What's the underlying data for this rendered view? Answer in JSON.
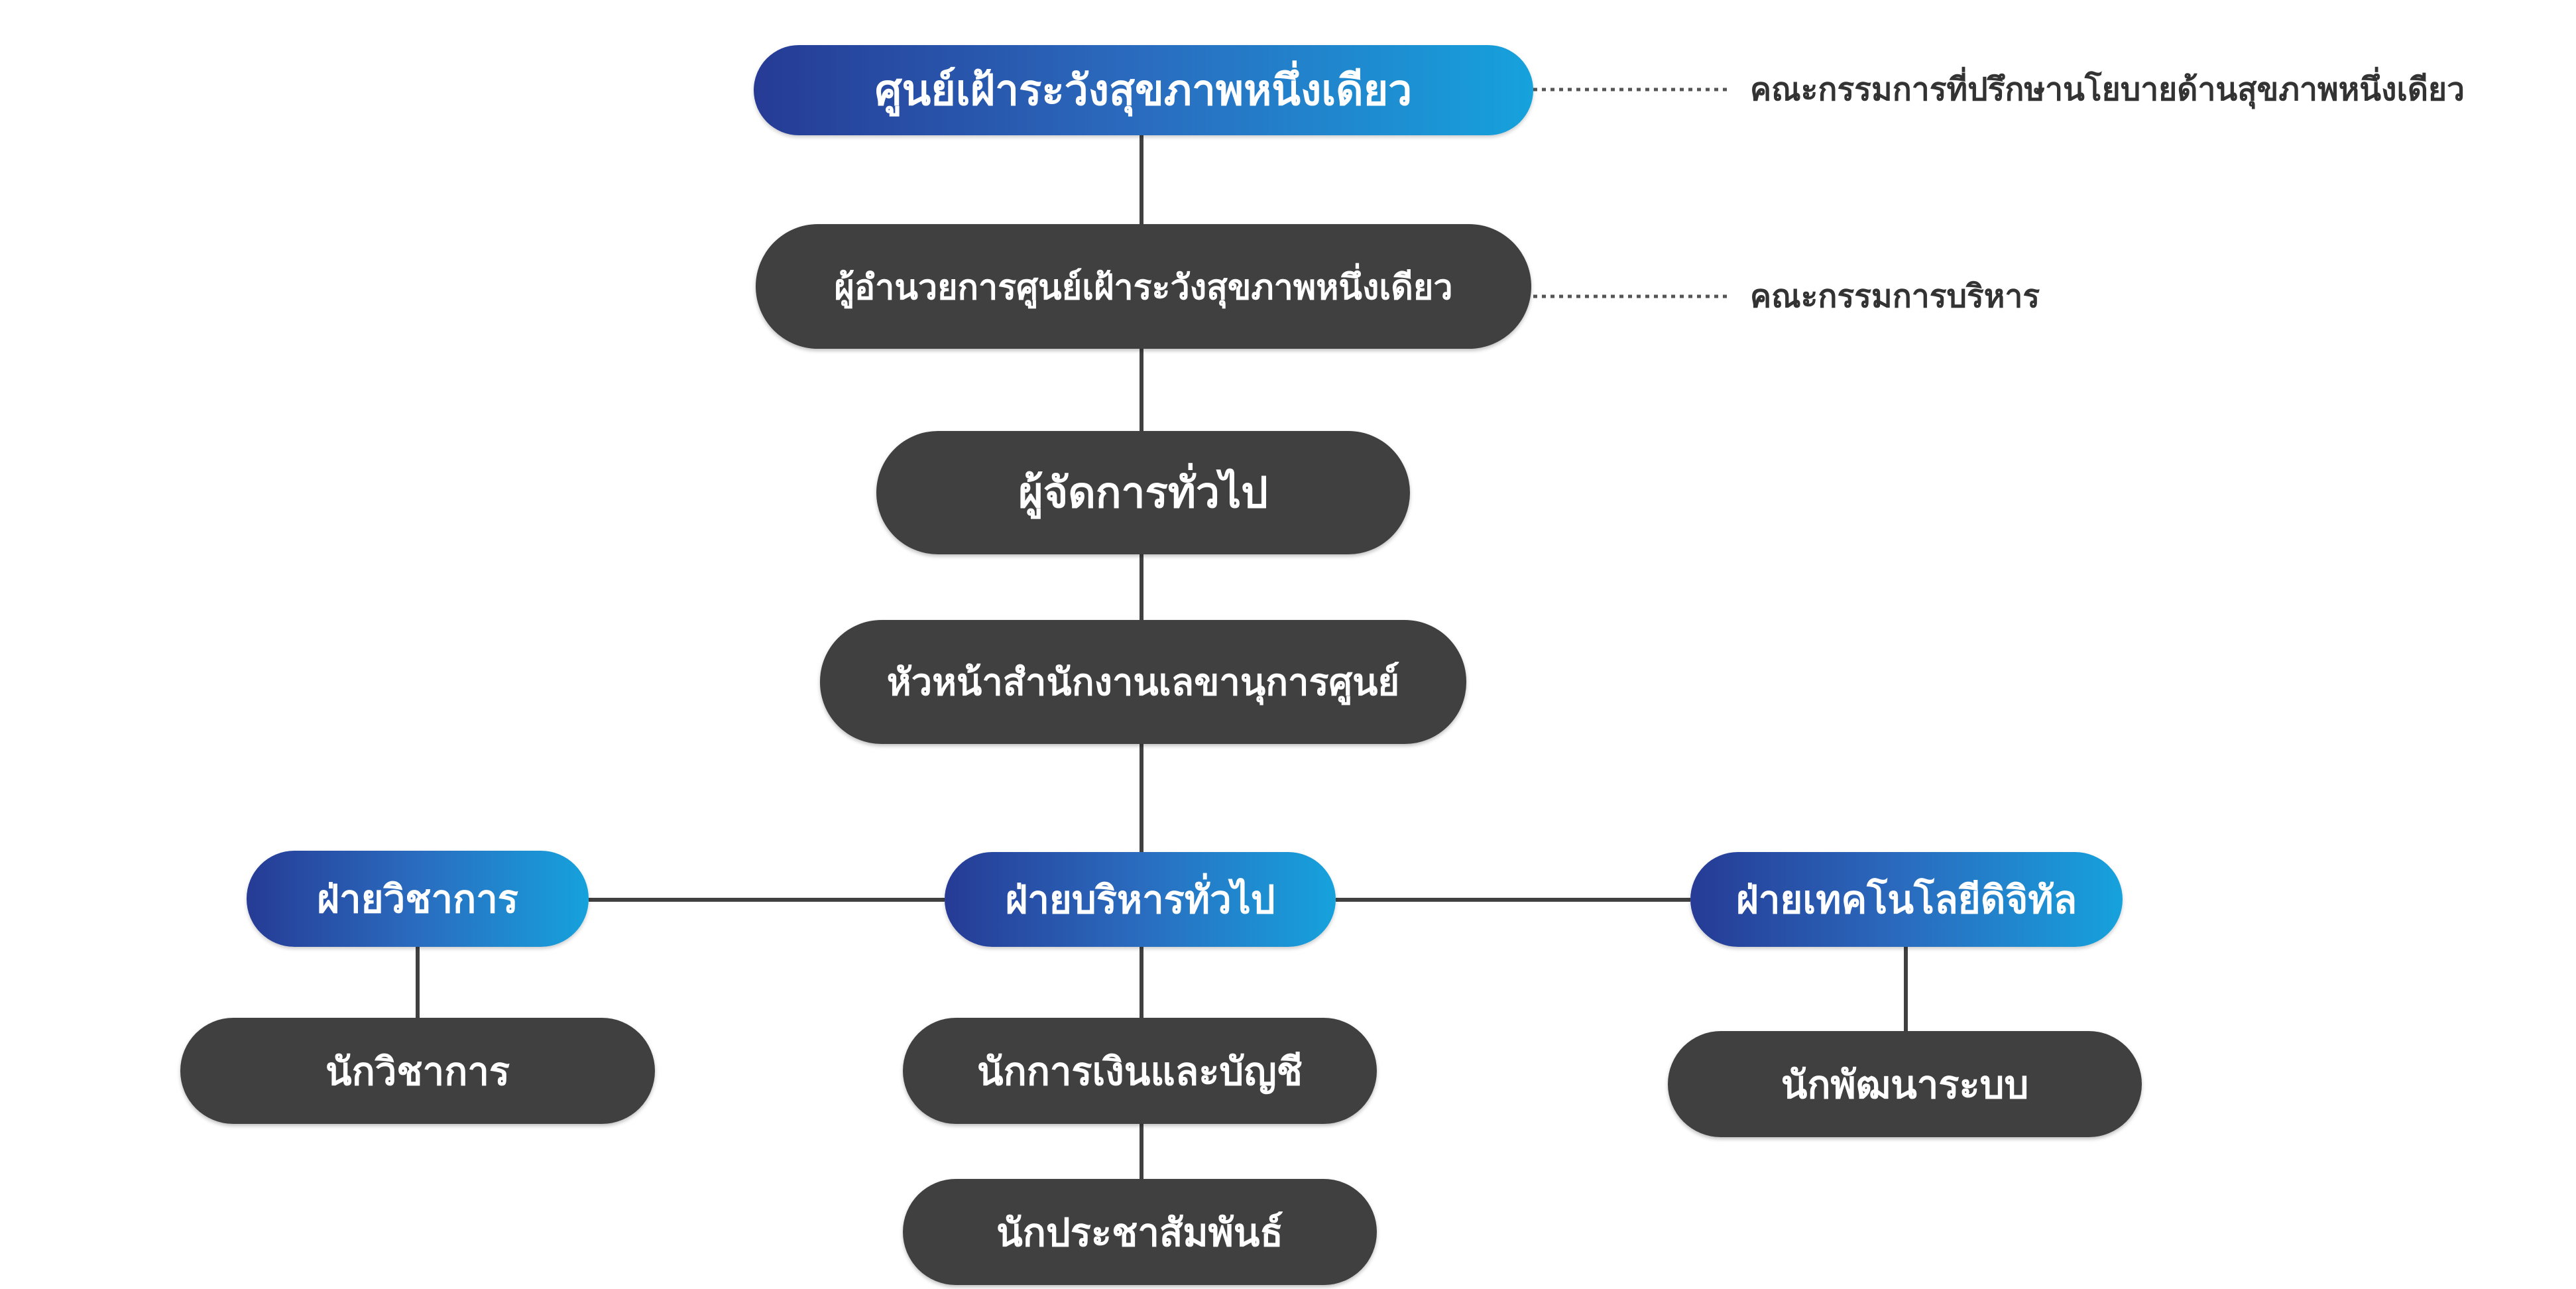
{
  "colors": {
    "dark_box": "#404040",
    "gradient_start": "#263b95",
    "gradient_end": "#16a2dc",
    "connector": "#404040",
    "side_text": "#333333"
  },
  "nodes": {
    "center": "ศูนย์เฝ้าระวังสุขภาพหนึ่งเดียว",
    "director": "ผู้อำนวยการศูนย์เฝ้าระวังสุขภาพหนึ่งเดียว",
    "general_manager": "ผู้จัดการทั่วไป",
    "secretariat_head": "หัวหน้าสำนักงานเลขานุการศูนย์",
    "academic_division": "ฝ่ายวิชาการ",
    "admin_division": "ฝ่ายบริหารทั่วไป",
    "digital_division": "ฝ่ายเทคโนโลยีดิจิทัล",
    "academic_officer": "นักวิชาการ",
    "finance_officer": "นักการเงินและบัญชี",
    "pr_officer": "นักประชาสัมพันธ์",
    "system_developer": "นักพัฒนาระบบ"
  },
  "side_labels": {
    "advisory_committee": "คณะกรรมการที่ปรึกษานโยบายด้านสุขภาพหนึ่งเดียว",
    "executive_committee": "คณะกรรมการบริหาร"
  }
}
